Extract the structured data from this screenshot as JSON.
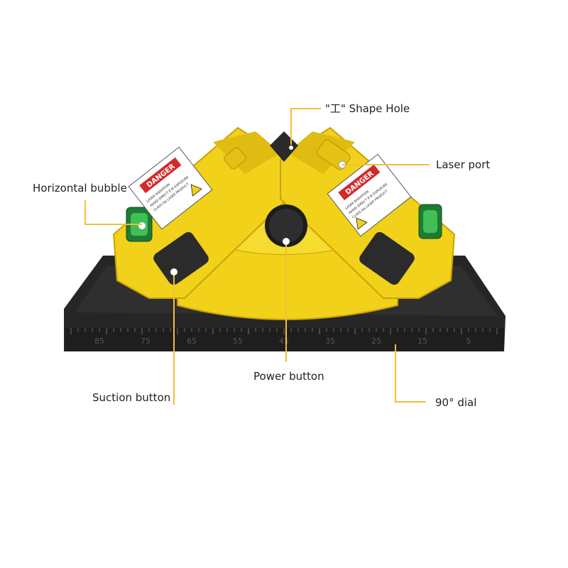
{
  "colors": {
    "body": "#f2d11a",
    "body_shade": "#d9b010",
    "base": "#262626",
    "callout": "#f1bf3a",
    "danger_red": "#d12a2a",
    "bubble": "#3fbf55"
  },
  "callouts": {
    "shape_hole": "\"工\" Shape Hole",
    "laser_port": "Laser port",
    "horizontal_bubble": "Horizontal bubble",
    "power_button": "Power button",
    "suction_button": "Suction button",
    "dial": "90° dial"
  },
  "danger_label": {
    "heading": "DANGER",
    "lines": [
      "LASER RADIATION",
      "AVOID DIRECT EYE EXPOSURE",
      "CLASS IIIa LASER PRODUCT"
    ]
  },
  "dial_ticks": [
    "85",
    "75",
    "65",
    "55",
    "45",
    "35",
    "25",
    "15",
    "5"
  ]
}
